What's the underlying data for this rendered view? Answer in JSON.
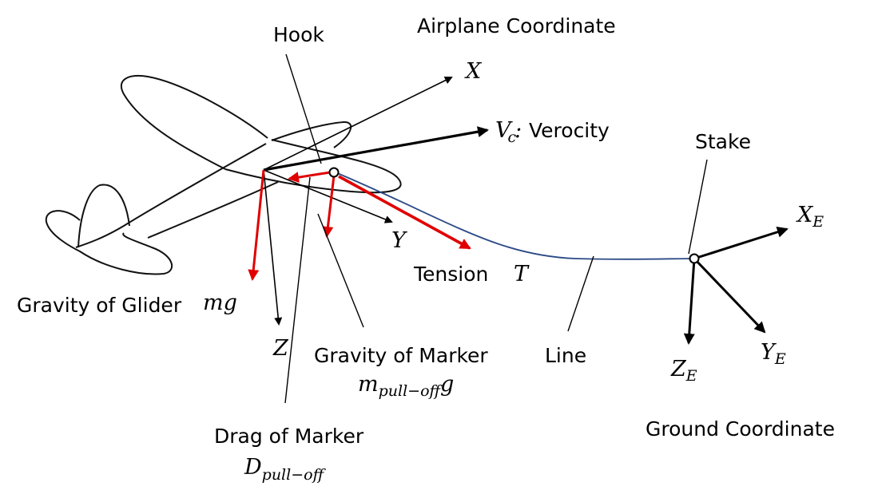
{
  "title_airplane": "Airplane Coordinate",
  "title_ground": "Ground Coordinate",
  "labels": {
    "hook": "Hook",
    "stake": "Stake",
    "velocity": "Verocity",
    "tension": "Tension",
    "gravity_glider": "Gravity of Glider",
    "gravity_marker": "Gravity of Marker",
    "drag_marker": "Drag of Marker",
    "line": "Line"
  },
  "symbols": {
    "x_axis": "X",
    "y_axis": "Y",
    "z_axis": "Z",
    "xe_main": "X",
    "xe_sub": "E",
    "ye_main": "Y",
    "ye_sub": "E",
    "ze_main": "Z",
    "ze_sub": "E",
    "vc_main": "V",
    "vc_sub": "c",
    "vc_dot": ":",
    "tension": "T",
    "mg": "mg",
    "m_pull_main": "m",
    "m_pull_sub": "pull−off",
    "m_pull_g": "g",
    "d_pull_main": "D",
    "d_pull_sub": "pull−off"
  },
  "colors": {
    "force": "#e00000",
    "axis": "#000000",
    "line": "#2b4a86"
  }
}
